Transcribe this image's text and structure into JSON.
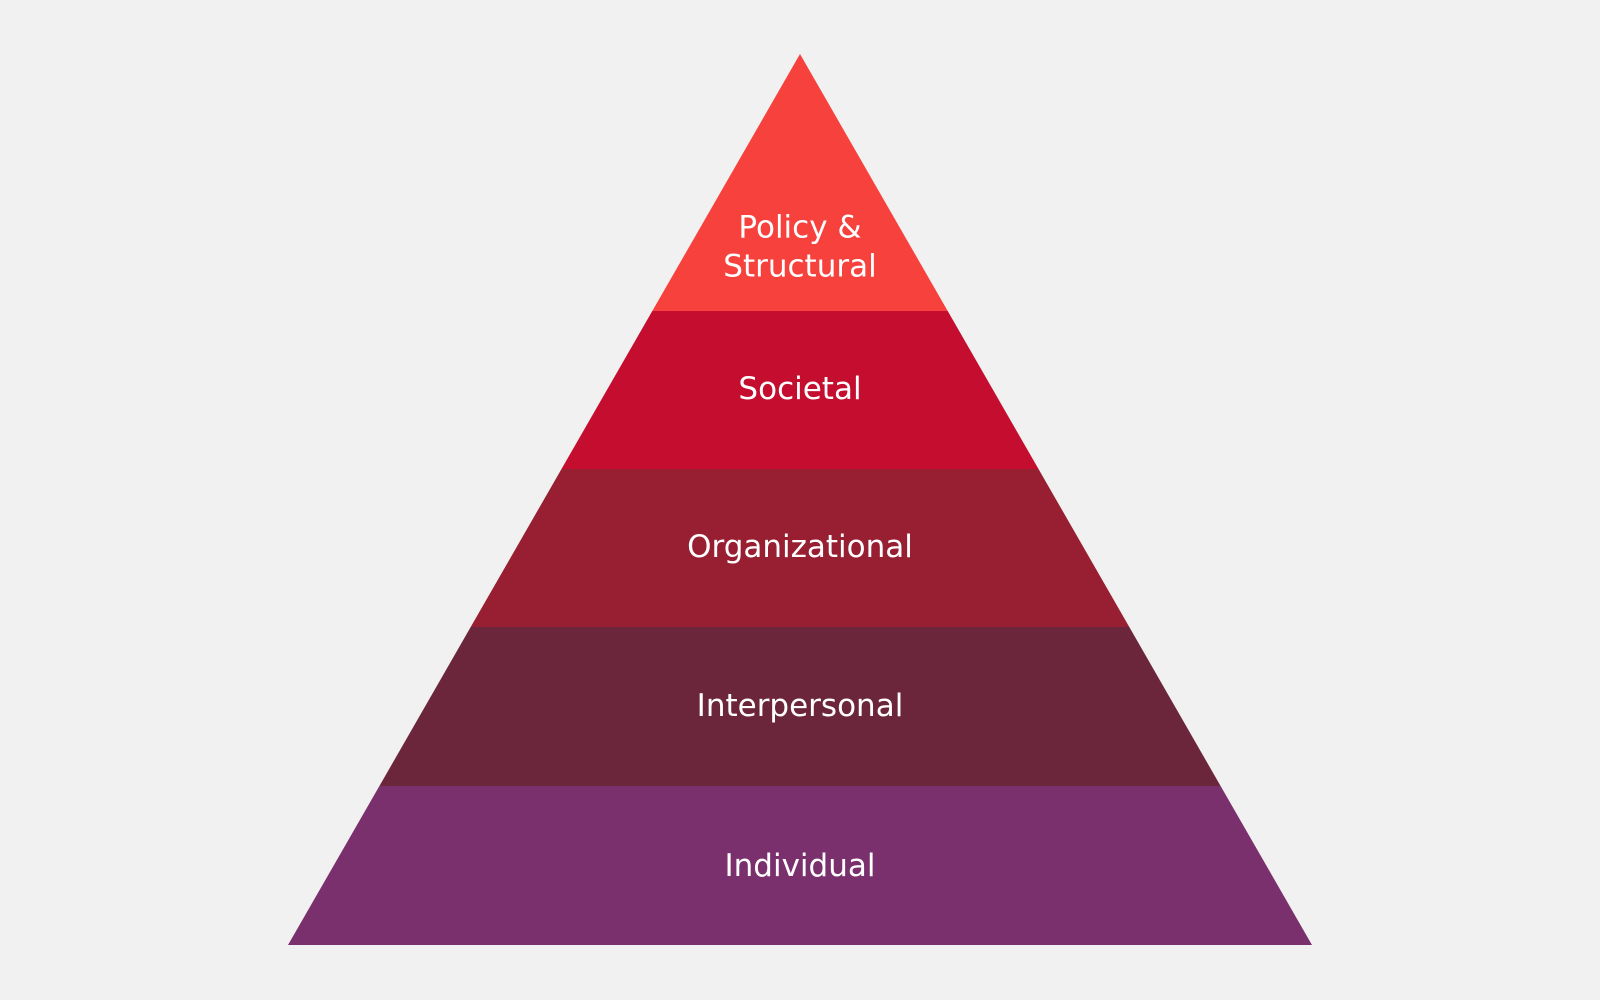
{
  "pyramid": {
    "layers": [
      {
        "label_lines": [
          "Policy &",
          "Structural"
        ],
        "color": "#f6413c"
      },
      {
        "label_lines": [
          "Societal"
        ],
        "color": "#c40d2f"
      },
      {
        "label_lines": [
          "Organizational"
        ],
        "color": "#971f31"
      },
      {
        "label_lines": [
          "Interpersonal"
        ],
        "color": "#6c263c"
      },
      {
        "label_lines": [
          "Individual"
        ],
        "color": "#7a306d"
      }
    ],
    "background": "#f1f1f1"
  }
}
